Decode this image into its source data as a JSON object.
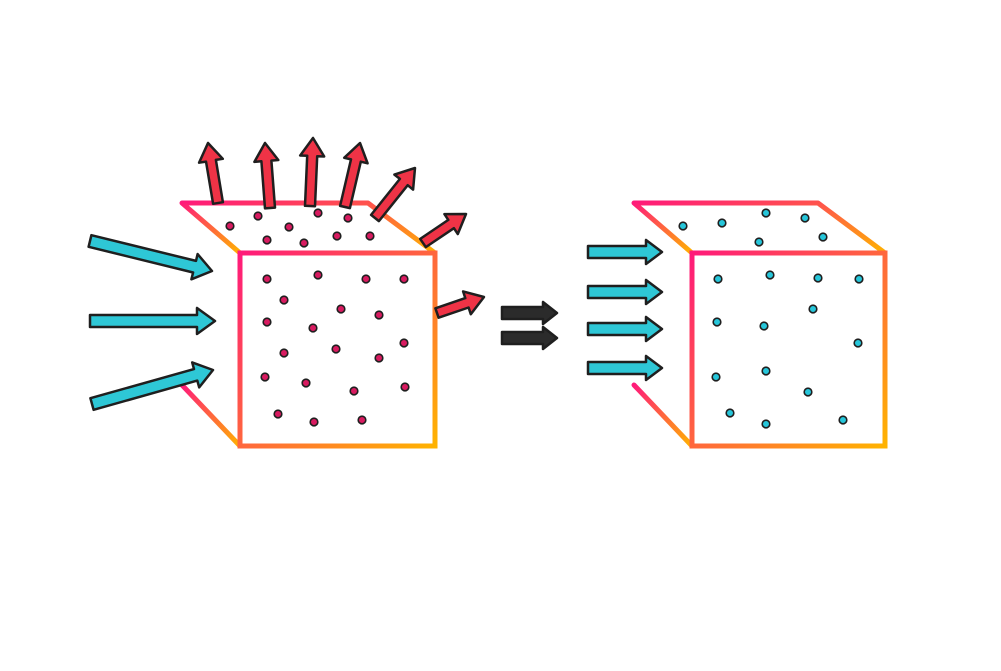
{
  "diagram": {
    "background": "#ffffff",
    "colors": {
      "gradient_start": "#ff1a7a",
      "gradient_end": "#ffb300",
      "outline": "#1f1f1f",
      "arrow_cyan": "#2ec7d6",
      "arrow_red": "#ef3346",
      "arrow_dark": "#2b2b2b",
      "particle_left": "#d81b60",
      "particle_right": "#26c6da"
    },
    "left_cube": {
      "label": "",
      "particle_count": 29,
      "incoming_arrow_count": 3,
      "outgoing_arrow_count": 7
    },
    "transition_arrows": {
      "count": 2,
      "icon": "double-right-arrow"
    },
    "right_cube": {
      "label": "",
      "particle_count": 19,
      "incoming_arrow_count": 4,
      "outgoing_arrow_count": 0
    }
  }
}
